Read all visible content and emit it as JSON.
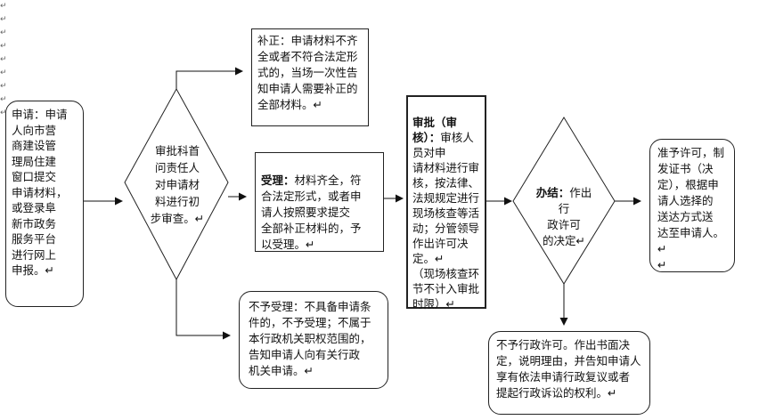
{
  "nodes": {
    "apply": {
      "label": "申请：申请\n人向市营\n商建设管\n理局住建\n窗口提交\n申请材料，\n或登录阜\n新市政务\n服务平台\n进行网上\n申报。↵"
    },
    "review": {
      "label": "审批科首\n问责任人\n对申请材\n料进行初\n步审查。↵"
    },
    "supplement": {
      "label": "补正：申请材料不齐\n全或者不符合法定形\n式的，当场一次性告\n知申请人需要补正的\n全部材料。↵"
    },
    "accept": {
      "title": "受理：",
      "label": "材料齐全，符\n合法定形式，或者申\n请人按照要求提交\n全部补正材料的，予\n以受理。↵"
    },
    "reject": {
      "label": "不予受理：不具备申请条\n件的，不予受理；不属于\n本行政机关职权范围的，\n告知申请人向有关行政\n机关申请。↵"
    },
    "approve": {
      "title": "审批（审核）：",
      "label": "审核人员对申\n请材料进行审\n核，按法律、\n法规规定进行\n现场核查等活\n动；分管领导\n作出许可决\n定。↵\n（现场核查环\n节不计入审批\n时限）↵"
    },
    "decide": {
      "title": "办结：",
      "label": "作出行\n政许可\n的决定↵"
    },
    "grant": {
      "label": "准予许可，制\n发证书（决\n定），根据申\n请人选择的\n送达方式送\n达至申请人。↵\n↵"
    },
    "deny": {
      "label": "不予行政许可。作出书面决\n定，说明理由，并告知申请人\n享有依法申请行政复议或者\n提起行政诉讼的权利。↵"
    }
  },
  "margin_marks": "↵\n↵\n↵\n↵\n↵\n↵\n↵\n↵\n↵"
}
